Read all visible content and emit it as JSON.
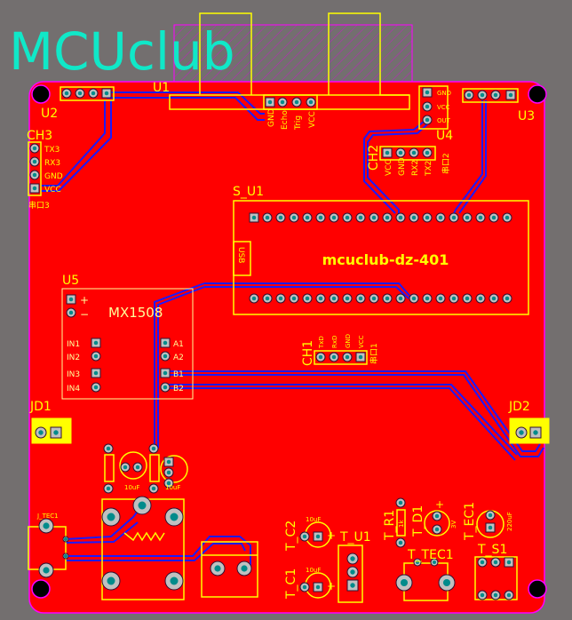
{
  "logo": "MCUclub",
  "colors": {
    "board": "#ff0000",
    "silk": "#ffff00",
    "trace": "#1a1aff",
    "logo": "#10e8c8",
    "edge": "#ff00ff",
    "pad": "#c0c0c0",
    "drill": "#008b8b",
    "background": "#736f6f"
  },
  "components": {
    "u1": {
      "ref": "U1",
      "pins": [
        "GND",
        "Echo",
        "Trig",
        "VCC"
      ]
    },
    "u2": {
      "ref": "U2"
    },
    "u3": {
      "ref": "U3"
    },
    "u4": {
      "ref": "U4",
      "pins": [
        "GND",
        "VCC",
        "OUT"
      ]
    },
    "ch3": {
      "ref": "CH3",
      "pins": [
        "TX3",
        "RX3",
        "GND",
        "VCC"
      ],
      "caption": "串口3"
    },
    "ch2": {
      "ref": "CH2",
      "pins": [
        "VCC",
        "GND",
        "RX2",
        "TX2"
      ],
      "caption": "串口2"
    },
    "ch1": {
      "ref": "CH1",
      "pins": [
        "TxD",
        "RxD",
        "GND",
        "VCC"
      ],
      "caption": "串口1"
    },
    "s_u1": {
      "ref": "S_U1",
      "title": "mcuclub-dz-401",
      "usb": "USB"
    },
    "u5": {
      "ref": "U5",
      "title": "MX1508",
      "plus": "+",
      "minus": "−",
      "inputs": [
        "IN1",
        "IN2",
        "IN3",
        "IN4"
      ],
      "outputs": [
        "A1",
        "A2",
        "B1",
        "B2"
      ]
    },
    "jd1": {
      "ref": "JD1"
    },
    "jd2": {
      "ref": "JD2"
    },
    "j_tec1": {
      "ref": "J_TEC1"
    },
    "t_c2": {
      "ref": "T_C2",
      "value": "10uF"
    },
    "t_c1": {
      "ref": "T_C1",
      "value": "10uF"
    },
    "t_u1": {
      "ref": "T_U1"
    },
    "t_r1": {
      "ref": "T_R1",
      "value": "1k"
    },
    "t_d1": {
      "ref": "T_D1",
      "value": "3V"
    },
    "t_ec1": {
      "ref": "T_EC1",
      "value": "220uF"
    },
    "t_s1": {
      "ref": "T_S1"
    },
    "t_tec1": {
      "ref": "T_TEC1"
    },
    "c_left": {
      "value": "10uF"
    },
    "c_right": {
      "value": "10uF"
    }
  }
}
